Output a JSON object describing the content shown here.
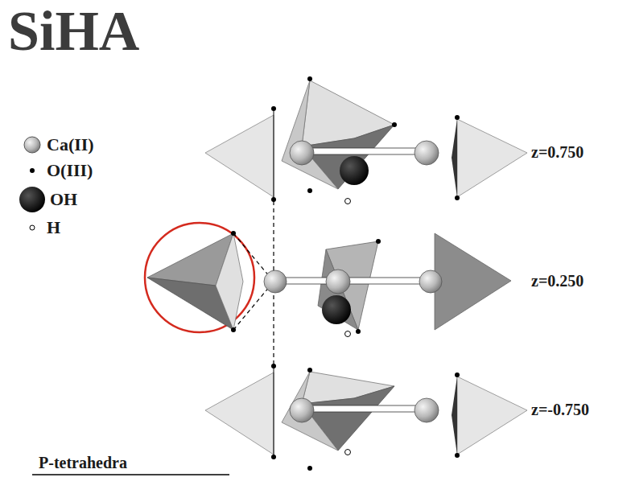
{
  "diagram": {
    "title": "SiHA",
    "labels": [
      "z=0.750",
      "z=0.250",
      "z=-0.750",
      "P-tetrahedra"
    ],
    "legend": [
      {
        "text": "Ca(II)"
      },
      {
        "text": "O(III)"
      },
      {
        "text": "OH"
      },
      {
        "text": "H"
      }
    ]
  }
}
